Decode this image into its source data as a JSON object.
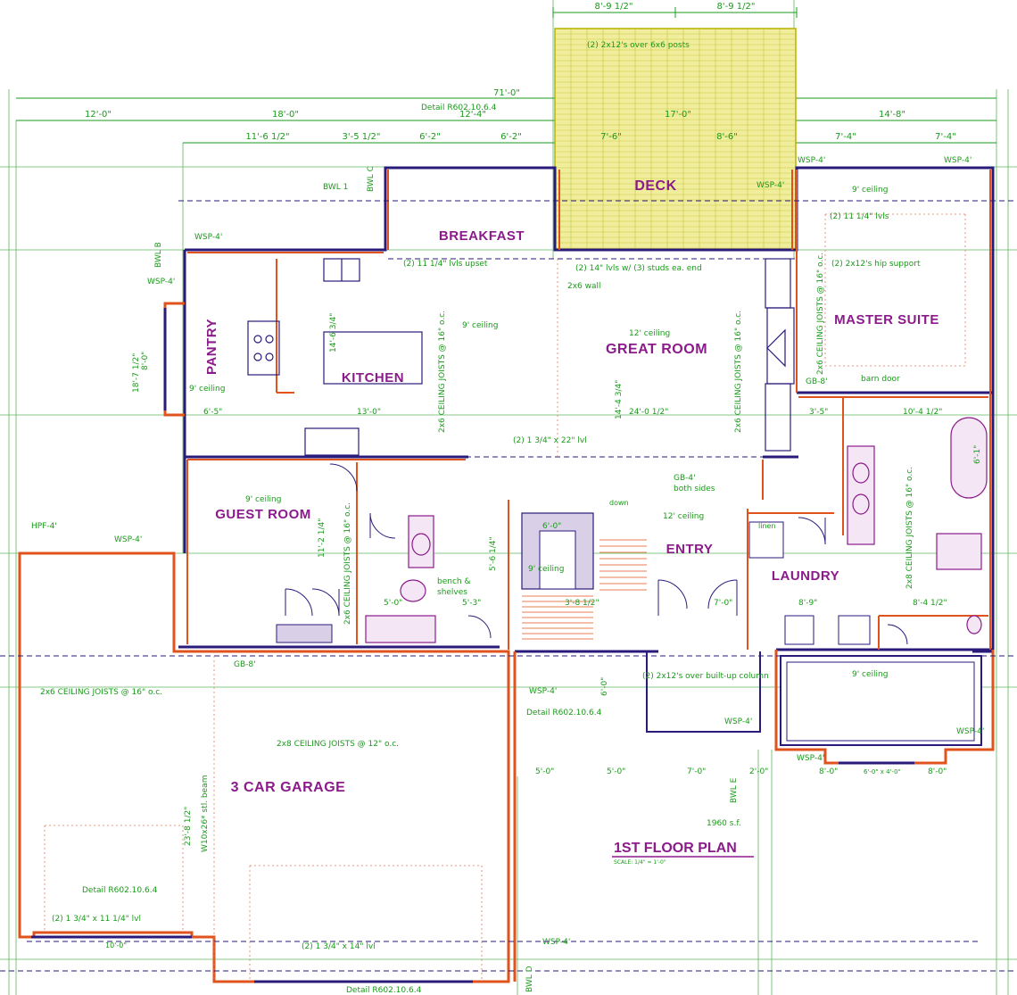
{
  "title": {
    "main": "1ST FLOOR PLAN",
    "scale": "SCALE: 1/4\" = 1'-0\"",
    "area": "1960 s.f."
  },
  "rooms": {
    "deck": "DECK",
    "breakfast": "BREAKFAST",
    "kitchen": "KITCHEN",
    "pantry": "PANTRY",
    "great_room": "GREAT ROOM",
    "master_suite": "MASTER SUITE",
    "guest_room": "GUEST ROOM",
    "entry": "ENTRY",
    "laundry": "LAUNDRY",
    "garage": "3 CAR GARAGE"
  },
  "notes": {
    "deck_posts": "(2) 2x12's over 6x6 posts",
    "detail_top": "Detail R602.10.6.4",
    "ceiling_breakfast": "(2) 11 1/4\" lvls upset",
    "ceiling_9_kitchen": "9' ceiling",
    "ceiling_12_great": "12' ceiling",
    "lvl_14": "(2) 14\" lvls w/ (3) studs ea. end",
    "wall_2x6": "2x6 wall",
    "ceiling_9_master": "9' ceiling",
    "lvls_master": "(2) 11 1/4\" lvls",
    "hip_support": "(2) 2x12's hip support",
    "barn_door": "barn door",
    "joists_great_left": "2x6 CEILING JOISTS @ 16\" o.c.",
    "joists_great_right": "2x6 CEILING JOISTS @ 16\" o.c.",
    "joists_master": "2x6 CEILING JOISTS @ 16\" o.c.",
    "joists_master_bath": "2x8 CEILING JOISTS @ 16\" o.c.",
    "joists_guest": "2x6 CEILING JOISTS @ 16\" o.c.",
    "ceiling_pantry": "9' ceiling",
    "lvl_22": "(2) 1 3/4\" x 22\" lvl",
    "ceiling_guest": "9' ceiling",
    "ceiling_entry": "12' ceiling",
    "ceiling_stair": "9' ceiling",
    "gb4": "GB-4'",
    "both_sides": "both sides",
    "linen": "linen",
    "bench": "bench &",
    "shelves": "shelves",
    "ceiling_laundry_bay": "9' ceiling",
    "gb8_master": "GB-8'",
    "gb8_garage": "GB-8'",
    "garage_joists_16": "2x6 CEILING JOISTS @ 16\" o.c.",
    "garage_joists_12": "2x8 CEILING JOISTS @ 12\" o.c.",
    "steel_beam": "W10x26* stl. beam",
    "detail_garage": "Detail R602.10.6.4",
    "lvl_garage_left": "(2) 1 3/4\" x 11 1/4\" lvl",
    "lvl_garage_door": "(2) 1 3/4\" x 14\" lvl",
    "detail_bottom": "Detail R602.10.6.4",
    "detail_entry": "Detail R602.10.6.4",
    "column": "(2) 2x12's over built-up column",
    "down": "down",
    "bwl1": "BWL 1",
    "bwlc": "BWL C",
    "bwlb": "BWL B",
    "bwle": "BWL E",
    "bwld": "BWL D",
    "hpf": "HPF-4'"
  },
  "wsp_labels": [
    "WSP-4'",
    "WSP-4'",
    "WSP-4'",
    "WSP-4'",
    "WSP-4'",
    "WSP-4'",
    "WSP-4'",
    "WSP-4'",
    "WSP-4'",
    "WSP-4'",
    "WSP-4'"
  ],
  "dimensions": {
    "top_overall": "71'-0\"",
    "deck_left": "8'-9 1/2\"",
    "deck_right": "8'-9 1/2\"",
    "seg_12": "12'-0\"",
    "seg_18": "18'-0\"",
    "seg_12_4": "12'-4\"",
    "seg_17": "17'-0\"",
    "seg_14_8": "14'-8\"",
    "seg_11_6": "11'-6 1/2\"",
    "seg_3_5": "3'-5 1/2\"",
    "seg_6_2a": "6'-2\"",
    "seg_6_2b": "6'-2\"",
    "seg_7_6": "7'-6\"",
    "seg_8_6": "8'-6\"",
    "seg_7_4a": "7'-4\"",
    "seg_7_4b": "7'-4\"",
    "kitchen_depth": "14'-6 3/4\"",
    "great_depth": "14'-4 3/4\"",
    "pantry_6_5": "6'-5\"",
    "kitchen_13": "13'-0\"",
    "great_24": "24'-0 1/2\"",
    "master_3_5": "3'-5\"",
    "master_10_4": "10'-4 1/2\"",
    "bath_6_1": "6'-1\"",
    "left_18_7": "18'-7 1/2\"",
    "left_8_0": "8'-0\"",
    "guest_11_2": "11'-2 1/4\"",
    "stair_6_0": "6'-0\"",
    "stair_5_6": "5'-6 1/4\"",
    "entry_7_0": "7'-0\"",
    "laundry_8_9": "8'-9\"",
    "laundry_8_4": "8'-4 1/2\"",
    "bath_5_0": "5'-0\"",
    "bath_5_3": "5'-3\"",
    "stair_3_8": "3'-8 1/2\"",
    "garage_23": "23'-8 1/2\"",
    "garage_10": "10'-0\"",
    "bot_5_0": "5'-0\"",
    "bot_5_0b": "5'-0\"",
    "bot_7_0": "7'-0\"",
    "bot_2_0": "2'-0\"",
    "bay_8_0a": "8'-0\"",
    "bay_8_0b": "8'-0\"",
    "window_label": "6'-0\" x 4'-0\"",
    "entry_6_0": "6'-0\""
  },
  "colors": {
    "dimension": "#1a9a1a",
    "room_label": "#8b1a8b",
    "wall_outer": "#e0531c",
    "wall_inner": "#2a1a7a",
    "deck_fill": "#f0ee9c",
    "deck_stroke": "#b8b000",
    "gridline": "#2a7a2a"
  }
}
